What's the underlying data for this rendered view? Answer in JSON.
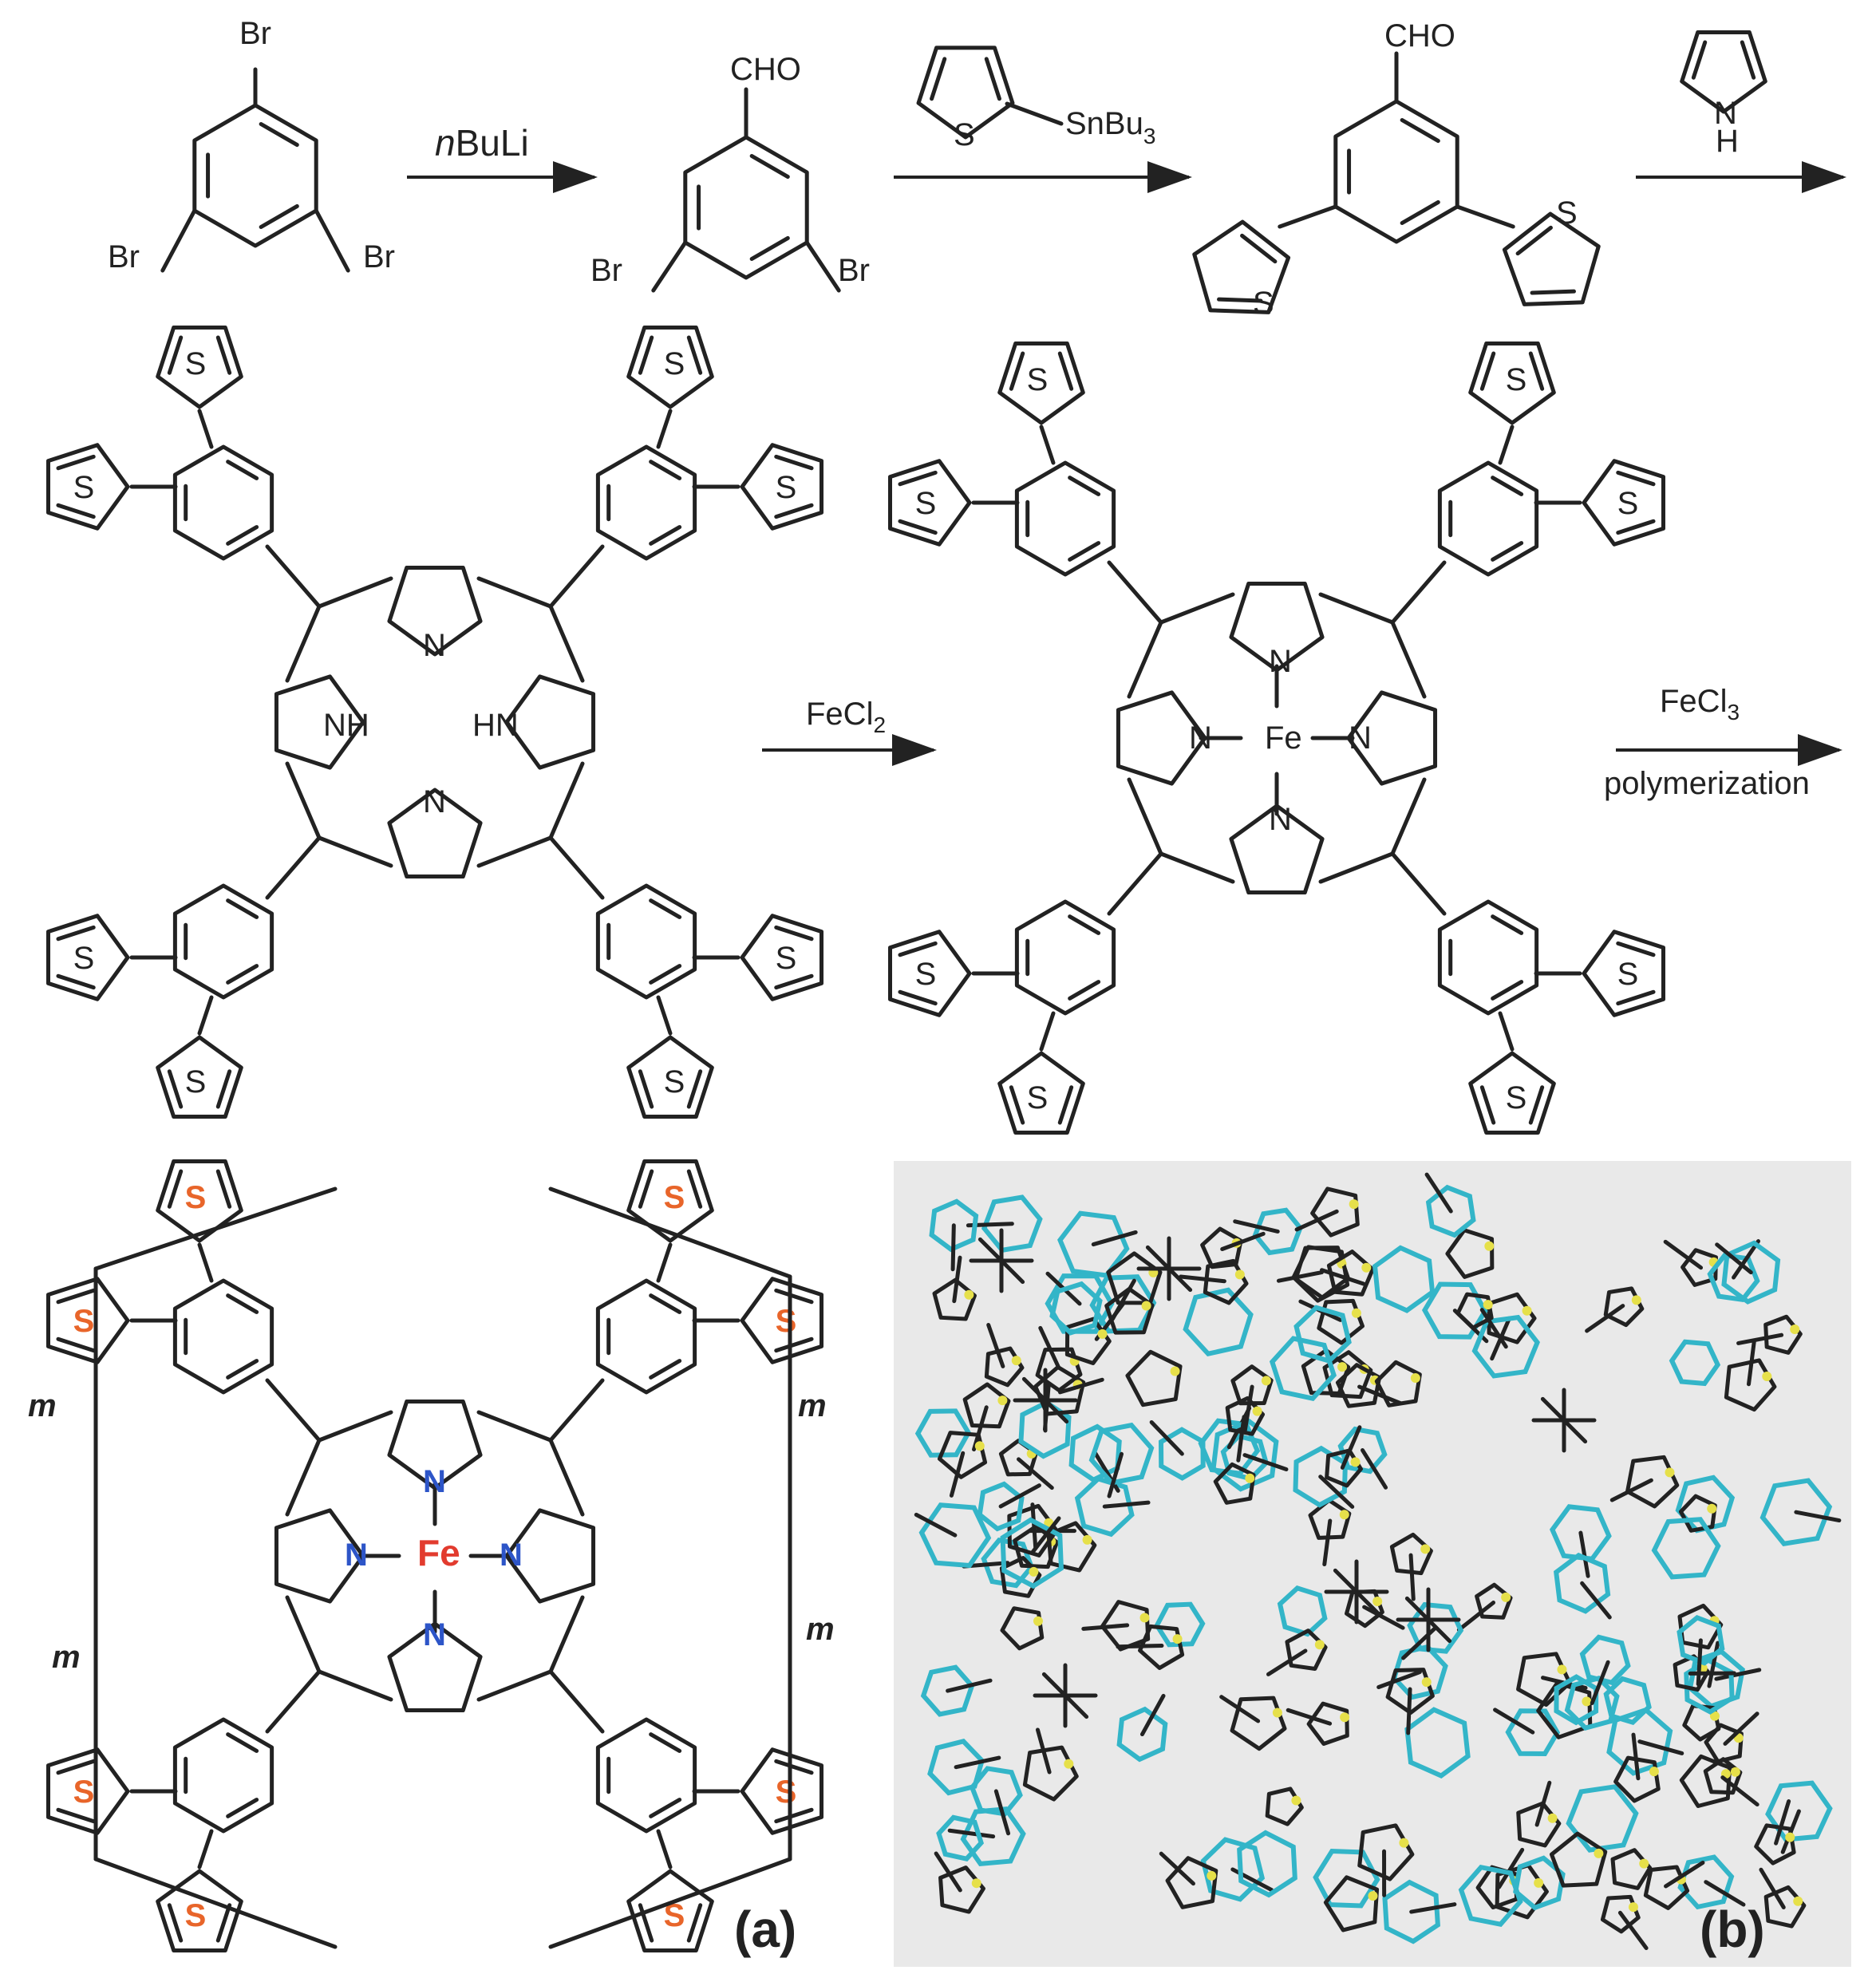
{
  "row1": {
    "tribromobenzene": {
      "substituents": [
        "Br",
        "Br",
        "Br"
      ]
    },
    "step1_reagent": {
      "prefix": "n",
      "name": "BuLi"
    },
    "dibromobenzaldehyde": {
      "top": "CHO",
      "left": "Br",
      "right": "Br"
    },
    "step2_reagent": {
      "hetero": "S",
      "group_main": "SnBu",
      "group_sub": "3"
    },
    "dithienylbenzaldehyde": {
      "top": "CHO",
      "left_S": "S",
      "right_S": "S"
    },
    "step3_reagent": {
      "ring_N": "N",
      "ring_H": "H"
    }
  },
  "row2": {
    "free_base_porphyrin": {
      "N_top": "N",
      "N_bottom": "N",
      "NH_left": "NH",
      "HN_right": "HN",
      "thiophene_S": "S"
    },
    "step4_reagent": {
      "main": "FeCl",
      "sub": "2"
    },
    "iron_porphyrin": {
      "metal": "Fe",
      "N": "N",
      "thiophene_S": "S"
    },
    "step5_reagent": {
      "main": "FeCl",
      "sub": "3",
      "note": "polymerization"
    }
  },
  "row3": {
    "polymer": {
      "metal": "Fe",
      "N": "N",
      "S": "S",
      "repeat": "m"
    },
    "panel_a_label": "(a)",
    "panel_b_label": "(b)"
  },
  "colors": {
    "bond": "#222222",
    "sulfur_highlight": "#e8652a",
    "nitrogen": "#2d55c8",
    "iron": "#e23b2e",
    "model_carbon": "#33b5c8",
    "model_sulfur": "#e6e04a",
    "model_nitrogen": "#3b3bb0",
    "model_iron": "#e03535",
    "panel_b_background": "#e9e9e9"
  }
}
